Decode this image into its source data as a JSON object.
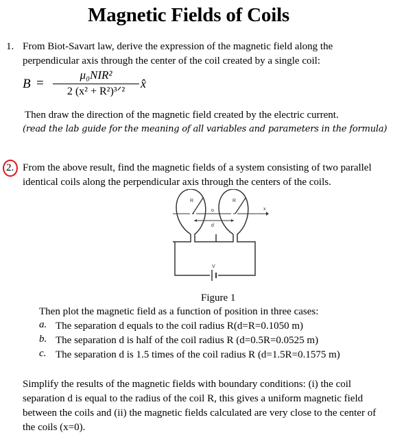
{
  "document": {
    "title": "Magnetic Fields of Coils",
    "q1": {
      "number": "1.",
      "line1": "From Biot-Savart law, derive the expression of the magnetic field along the",
      "line2": "perpendicular axis through the center of the coil created by a single coil:",
      "formula": {
        "lhs": "B",
        "eq": "=",
        "numerator": "μ₀NIR²",
        "denominator": "2 (x² + R²)³ᐟ²",
        "unit_vector": "x̂"
      },
      "line3": "Then draw the direction of the magnetic field created by the electric current.",
      "note": "(read the lab guide for the meaning of all variables and parameters in the formula)"
    },
    "q2": {
      "number": "2.",
      "line1": "From the above result, find the magnetic fields of a system consisting of two parallel",
      "line2": "identical coils along the perpendicular axis through the centers of the coils.",
      "figure": {
        "labels": {
          "r_left": "R",
          "r_right": "R",
          "origin": "o",
          "axis": "x",
          "separation": "d",
          "voltage": "V"
        },
        "caption": "Figure 1"
      },
      "plot_intro": "Then plot the magnetic field as a function of position in three cases:",
      "cases": [
        {
          "label": "a.",
          "text": "The separation d equals to the coil radius R(d=R=0.1050 m)"
        },
        {
          "label": "b.",
          "text": "The separation d is half of the coil radius R (d=0.5R=0.0525 m)"
        },
        {
          "label": "c.",
          "text": "The separation d is 1.5 times of  the coil radius R (d=1.5R=0.1575 m)"
        }
      ],
      "simplify": [
        "Simplify the results of the magnetic fields with boundary conditions: (i) the coil",
        "separation d is equal to the radius of the coil R, this gives a uniform magnetic field",
        "between the coils and (ii) the magnetic fields calculated are very close to the center of",
        "the coils (x=0)."
      ]
    },
    "colors": {
      "annotation_circle": "#e0141c",
      "text": "#000000"
    }
  }
}
